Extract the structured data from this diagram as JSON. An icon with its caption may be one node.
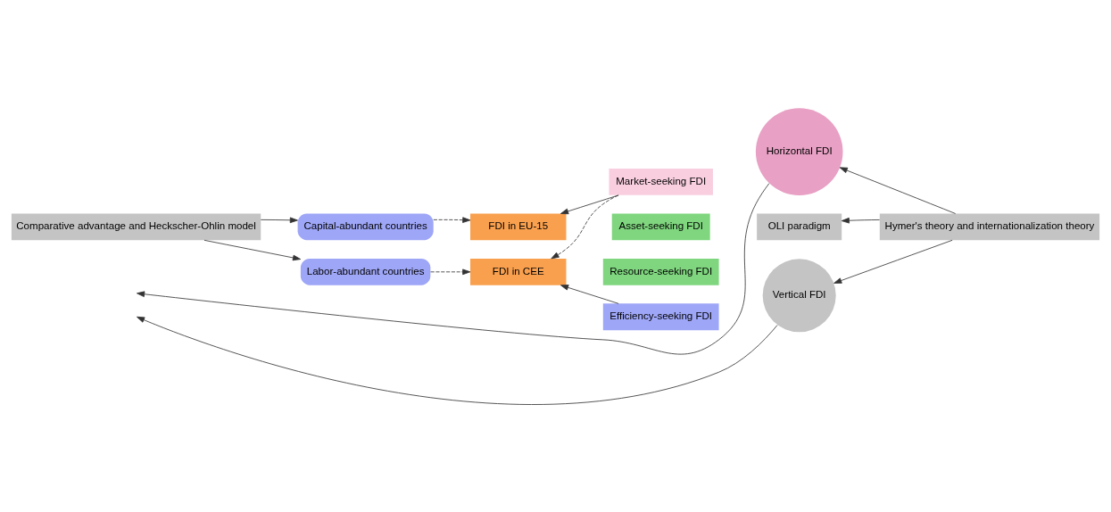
{
  "diagram": {
    "nodes": [
      {
        "text": [
          "Comparative advantage and Heckscher-Ohlin model"
        ]
      },
      {
        "text": [
          "Capital-abundant countries"
        ]
      },
      {
        "text": [
          "Labor-abundant countries"
        ]
      },
      {
        "text": [
          "FDI in EU-15"
        ]
      },
      {
        "text": [
          "FDI in CEE"
        ]
      },
      {
        "text": [
          "Market-seeking FDI"
        ]
      },
      {
        "text": [
          "Asset-seeking FDI"
        ]
      },
      {
        "text": [
          "Resource-seeking FDI"
        ]
      },
      {
        "text": [
          "Efficiency-seeking FDI"
        ]
      },
      {
        "text": [
          "Horizontal FDI"
        ]
      },
      {
        "text": [
          "OLI paradigm"
        ]
      },
      {
        "text": [
          "Vertical FDI"
        ]
      },
      {
        "text": [
          "Hymer's theory and internationalization theory"
        ]
      }
    ],
    "edges": [
      {
        "from": 0,
        "to": 1,
        "arrow": "to"
      },
      {
        "from": 0,
        "to": 2,
        "arrow": "to"
      },
      {
        "from": 1,
        "to": 3,
        "arrow": "to",
        "style": "dashed"
      },
      {
        "from": 2,
        "to": 4,
        "arrow": "to",
        "style": "dashed"
      },
      {
        "from": 5,
        "to": 3,
        "arrow": "to"
      },
      {
        "from": 5,
        "to": 4,
        "arrow": "to",
        "style": "dashed"
      },
      {
        "from": 8,
        "to": 4,
        "arrow": "to"
      },
      {
        "from": 12,
        "to": 9,
        "arrow": "to"
      },
      {
        "from": 12,
        "to": 10,
        "arrow": "to"
      },
      {
        "from": 12,
        "to": 11,
        "arrow": "to"
      },
      {
        "from": 9,
        "to": null,
        "arrow": "to"
      },
      {
        "from": 11,
        "to": null,
        "arrow": "to"
      }
    ]
  }
}
